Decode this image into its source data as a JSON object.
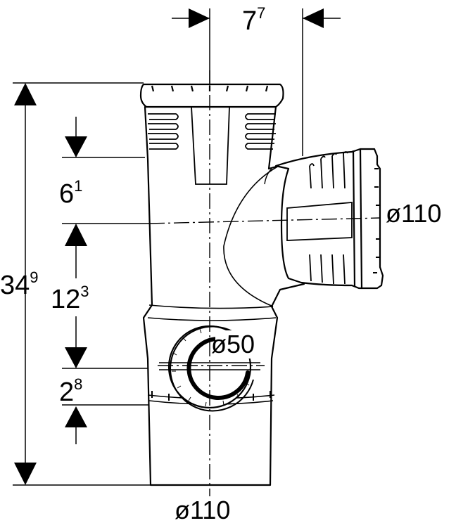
{
  "dimensions": {
    "top_offset": {
      "main": "7",
      "sup": "7"
    },
    "height_upper": {
      "main": "6",
      "sup": "1"
    },
    "height_total": {
      "main": "34",
      "sup": "9"
    },
    "height_mid": {
      "main": "12",
      "sup": "3"
    },
    "height_small": {
      "main": "2",
      "sup": "8"
    }
  },
  "diameters": {
    "branch": "ø110",
    "side_port": "ø50",
    "bottom": "ø110"
  }
}
